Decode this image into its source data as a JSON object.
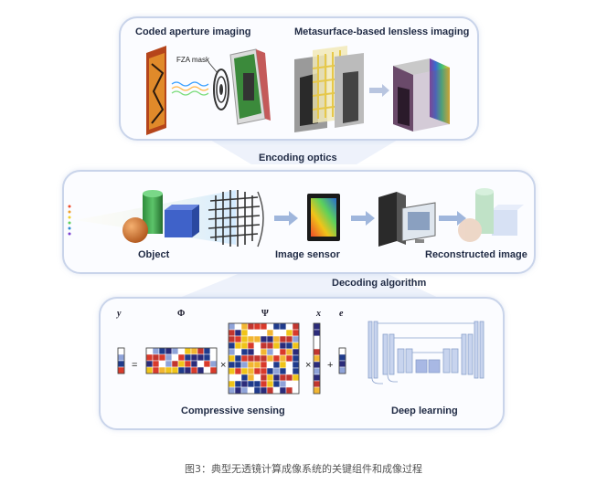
{
  "top_panel": {
    "coded_aperture_title": "Coded aperture imaging",
    "fza_mask_label": "FZA mask",
    "metasurface_title": "Metasurface-based lensless imaging"
  },
  "encoding_optics_label": "Encoding optics",
  "middle_panel": {
    "object_label": "Object",
    "image_sensor_label": "Image sensor",
    "reconstructed_label": "Reconstructed image"
  },
  "decoding_algorithm_label": "Decoding algorithm",
  "bottom_panel": {
    "y_symbol": "y",
    "phi_symbol": "Φ",
    "psi_symbol": "Ψ",
    "x_symbol": "x",
    "e_symbol": "e",
    "equals": "=",
    "times1": "×",
    "times2": "×",
    "plus": "+",
    "compressive_label": "Compressive sensing",
    "deep_learning_label": "Deep learning"
  },
  "caption": "图3：典型无透镜计算成像系统的关键组件和成像过程",
  "colors": {
    "panel_border": "#c9d4ea",
    "arrow": "#9fb6dc",
    "matrix_palette": [
      "#1f3b8c",
      "#d93a2b",
      "#f0c419",
      "#ffffff",
      "#8fa3d9",
      "#c2362f",
      "#f2b632",
      "#2b2b7a"
    ]
  }
}
